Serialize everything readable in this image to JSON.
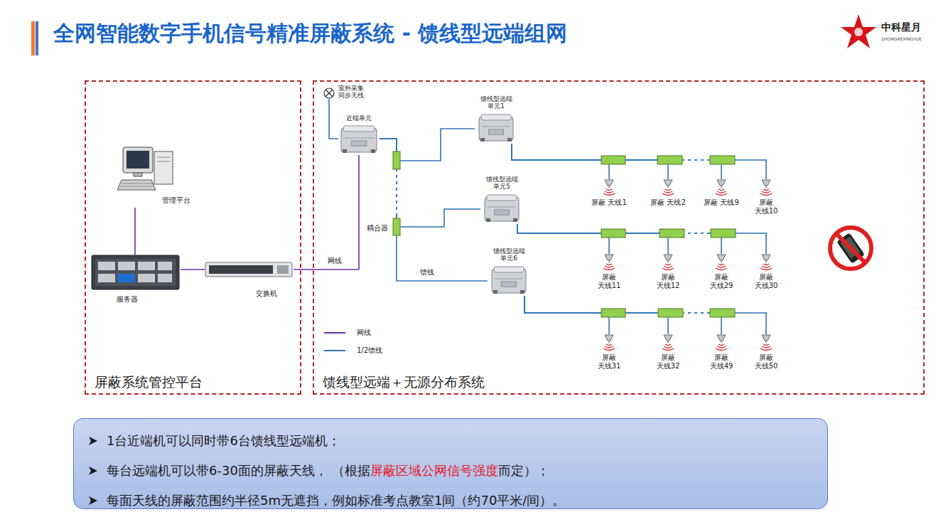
{
  "diagram": {
    "title": "全网智能数字手机信号精准屏蔽系统 - 馈线型远端组网",
    "nodes": [
      {
        "text": [
          "屏蔽系统管控平台"
        ]
      },
      {
        "text": [
          "馈线型远端＋无源分布系统"
        ]
      },
      {
        "text": [
          "管理平台"
        ],
        "in": 0
      },
      {
        "text": [
          "服务器"
        ],
        "in": 0
      },
      {
        "text": [
          "交换机"
        ],
        "in": 0
      },
      {
        "text": [
          "室外采集 同步天线"
        ],
        "in": 1
      },
      {
        "text": [
          "近端单元"
        ],
        "in": 1
      },
      {
        "text": [
          "馈线型远端 单元1"
        ],
        "in": 1
      },
      {
        "text": [
          "馈线型远端 单元5"
        ],
        "in": 1
      },
      {
        "text": [
          "馈线型远端 单元6"
        ],
        "in": 1
      },
      {
        "text": [
          "屏蔽 天线1"
        ],
        "in": 1
      },
      {
        "text": [
          "屏蔽 天线2"
        ],
        "in": 1
      },
      {
        "text": [
          "屏蔽 天线9"
        ],
        "in": 1
      },
      {
        "text": [
          "屏蔽 天线10"
        ],
        "in": 1
      },
      {
        "text": [
          "屏蔽 天线11"
        ],
        "in": 1
      },
      {
        "text": [
          "屏蔽 天线12"
        ],
        "in": 1
      },
      {
        "text": [
          "屏蔽 天线29"
        ],
        "in": 1
      },
      {
        "text": [
          "屏蔽 天线30"
        ],
        "in": 1
      },
      {
        "text": [
          "屏蔽 天线31"
        ],
        "in": 1
      },
      {
        "text": [
          "屏蔽 天线32"
        ],
        "in": 1
      },
      {
        "text": [
          "屏蔽 天线49"
        ],
        "in": 1
      },
      {
        "text": [
          "屏蔽 天线50"
        ],
        "in": 1
      },
      {
        "text": [
          "1台近端机可以同时带6台馈线型远端机；",
          "每台远端机可以带6-30面的屏蔽天线， （根据",
          "屏蔽区域公网信号强度",
          "而定）；",
          "每面天线的屏蔽范围约半径5m无遮挡，例如标准考点教室1间（约70平米/间）。"
        ]
      }
    ],
    "edges": [
      {
        "from": 2,
        "to": 3,
        "arrow": "none"
      },
      {
        "from": 3,
        "to": 4,
        "arrow": "none"
      },
      {
        "from": 4,
        "to": 6,
        "arrow": "none",
        "label": "网线"
      },
      {
        "from": 5,
        "to": 6,
        "arrow": "none"
      },
      {
        "from": 6,
        "to": 7,
        "arrow": "none"
      },
      {
        "from": 6,
        "to": 8,
        "arrow": "none"
      },
      {
        "from": 6,
        "to": 9,
        "arrow": "none",
        "label": "馈线"
      },
      {
        "from": 7,
        "to": 10,
        "arrow": "none"
      },
      {
        "from": 7,
        "to": 11,
        "arrow": "none"
      },
      {
        "from": 7,
        "to": 12,
        "arrow": "none"
      },
      {
        "from": 7,
        "to": 13,
        "arrow": "none"
      },
      {
        "from": 8,
        "to": 14,
        "arrow": "none"
      },
      {
        "from": 8,
        "to": 15,
        "arrow": "none"
      },
      {
        "from": 8,
        "to": 16,
        "arrow": "none"
      },
      {
        "from": 8,
        "to": 17,
        "arrow": "none"
      },
      {
        "from": 9,
        "to": 18,
        "arrow": "none"
      },
      {
        "from": 9,
        "to": 19,
        "arrow": "none"
      },
      {
        "from": 9,
        "to": 20,
        "arrow": "none"
      },
      {
        "from": 9,
        "to": 21,
        "arrow": "none"
      }
    ],
    "labels": [
      "耦合器",
      "中科星月",
      "ZHONGKEXINGYUE"
    ],
    "legend": [
      {
        "text": "网线",
        "color": "#7030a0"
      },
      {
        "text": "1/2馈线",
        "color": "#2e75b6"
      }
    ]
  }
}
